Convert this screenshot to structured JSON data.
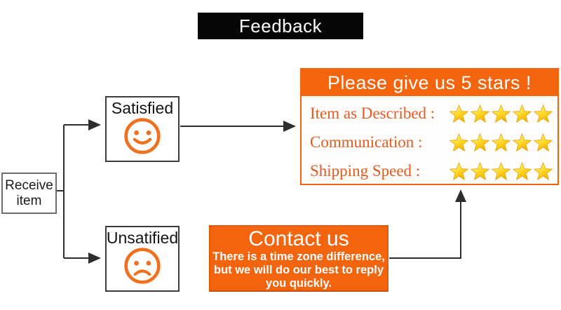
{
  "title": "Feedback",
  "flow": {
    "receive_label": "Receive item",
    "satisfied_label": "Satisfied",
    "unsatisfied_label": "Unsatified"
  },
  "ratings": {
    "header": "Please give us 5 stars !",
    "rows": [
      {
        "label": "Item as Described :",
        "stars": 5
      },
      {
        "label": "Communication :",
        "stars": 5
      },
      {
        "label": "Shipping Speed :",
        "stars": 5
      }
    ]
  },
  "contact": {
    "title": "Contact us",
    "body": "There is a time zone difference, but we will do our best to reply you quickly."
  },
  "icons": {
    "smiley": "smiley-face-icon",
    "frowny": "frowny-face-icon",
    "star": "star-icon"
  },
  "colors": {
    "accent_orange": "#F2650E",
    "label_orange": "#E45B22",
    "star_gold": "#FFD521",
    "arrow": "#2e2e2e",
    "title_bg": "#060606"
  }
}
